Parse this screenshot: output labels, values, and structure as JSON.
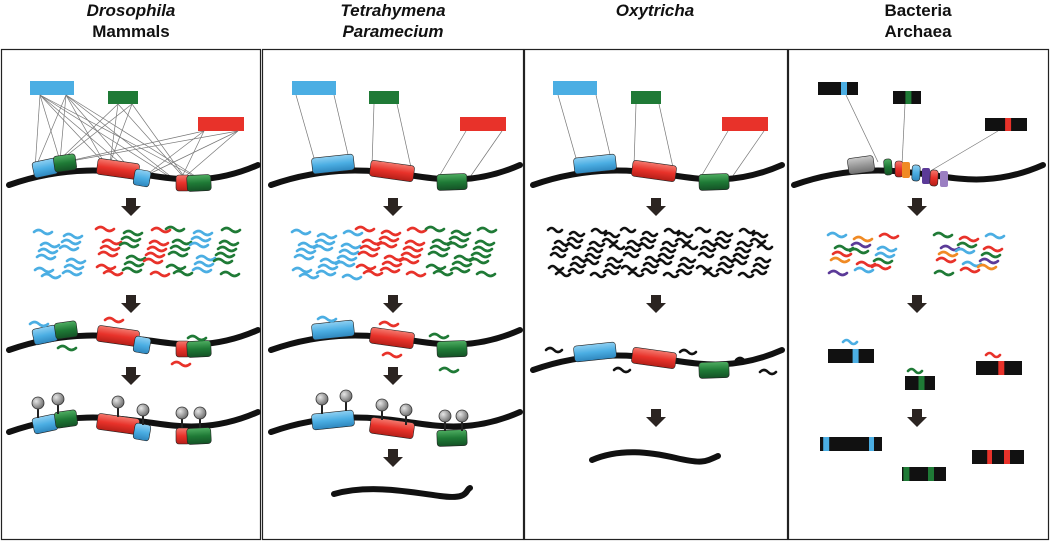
{
  "headers": [
    {
      "line1": "Drosophila",
      "line2": "Mammals",
      "italic1": true,
      "italic2": false
    },
    {
      "line1": "Tetrahymena",
      "line2": "Paramecium",
      "italic1": true,
      "italic2": true
    },
    {
      "line1": "Oxytricha",
      "line2": "",
      "italic1": true,
      "italic2": false
    },
    {
      "line1": "Bacteria",
      "line2": "Archaea",
      "italic1": false,
      "italic2": false
    }
  ],
  "colors": {
    "blue": "#4baee3",
    "green": "#1f7a36",
    "red": "#e8322a",
    "black": "#111111",
    "grey": "#9a9a9a",
    "orange": "#f08a24",
    "purple": "#5b3a98",
    "lilac": "#9b7fc2",
    "arrow": "#2b2421",
    "panel_border": "#222222"
  },
  "icons": [
    "down-arrow-icon",
    "lollipop-mark-icon",
    "dna-strand"
  ]
}
